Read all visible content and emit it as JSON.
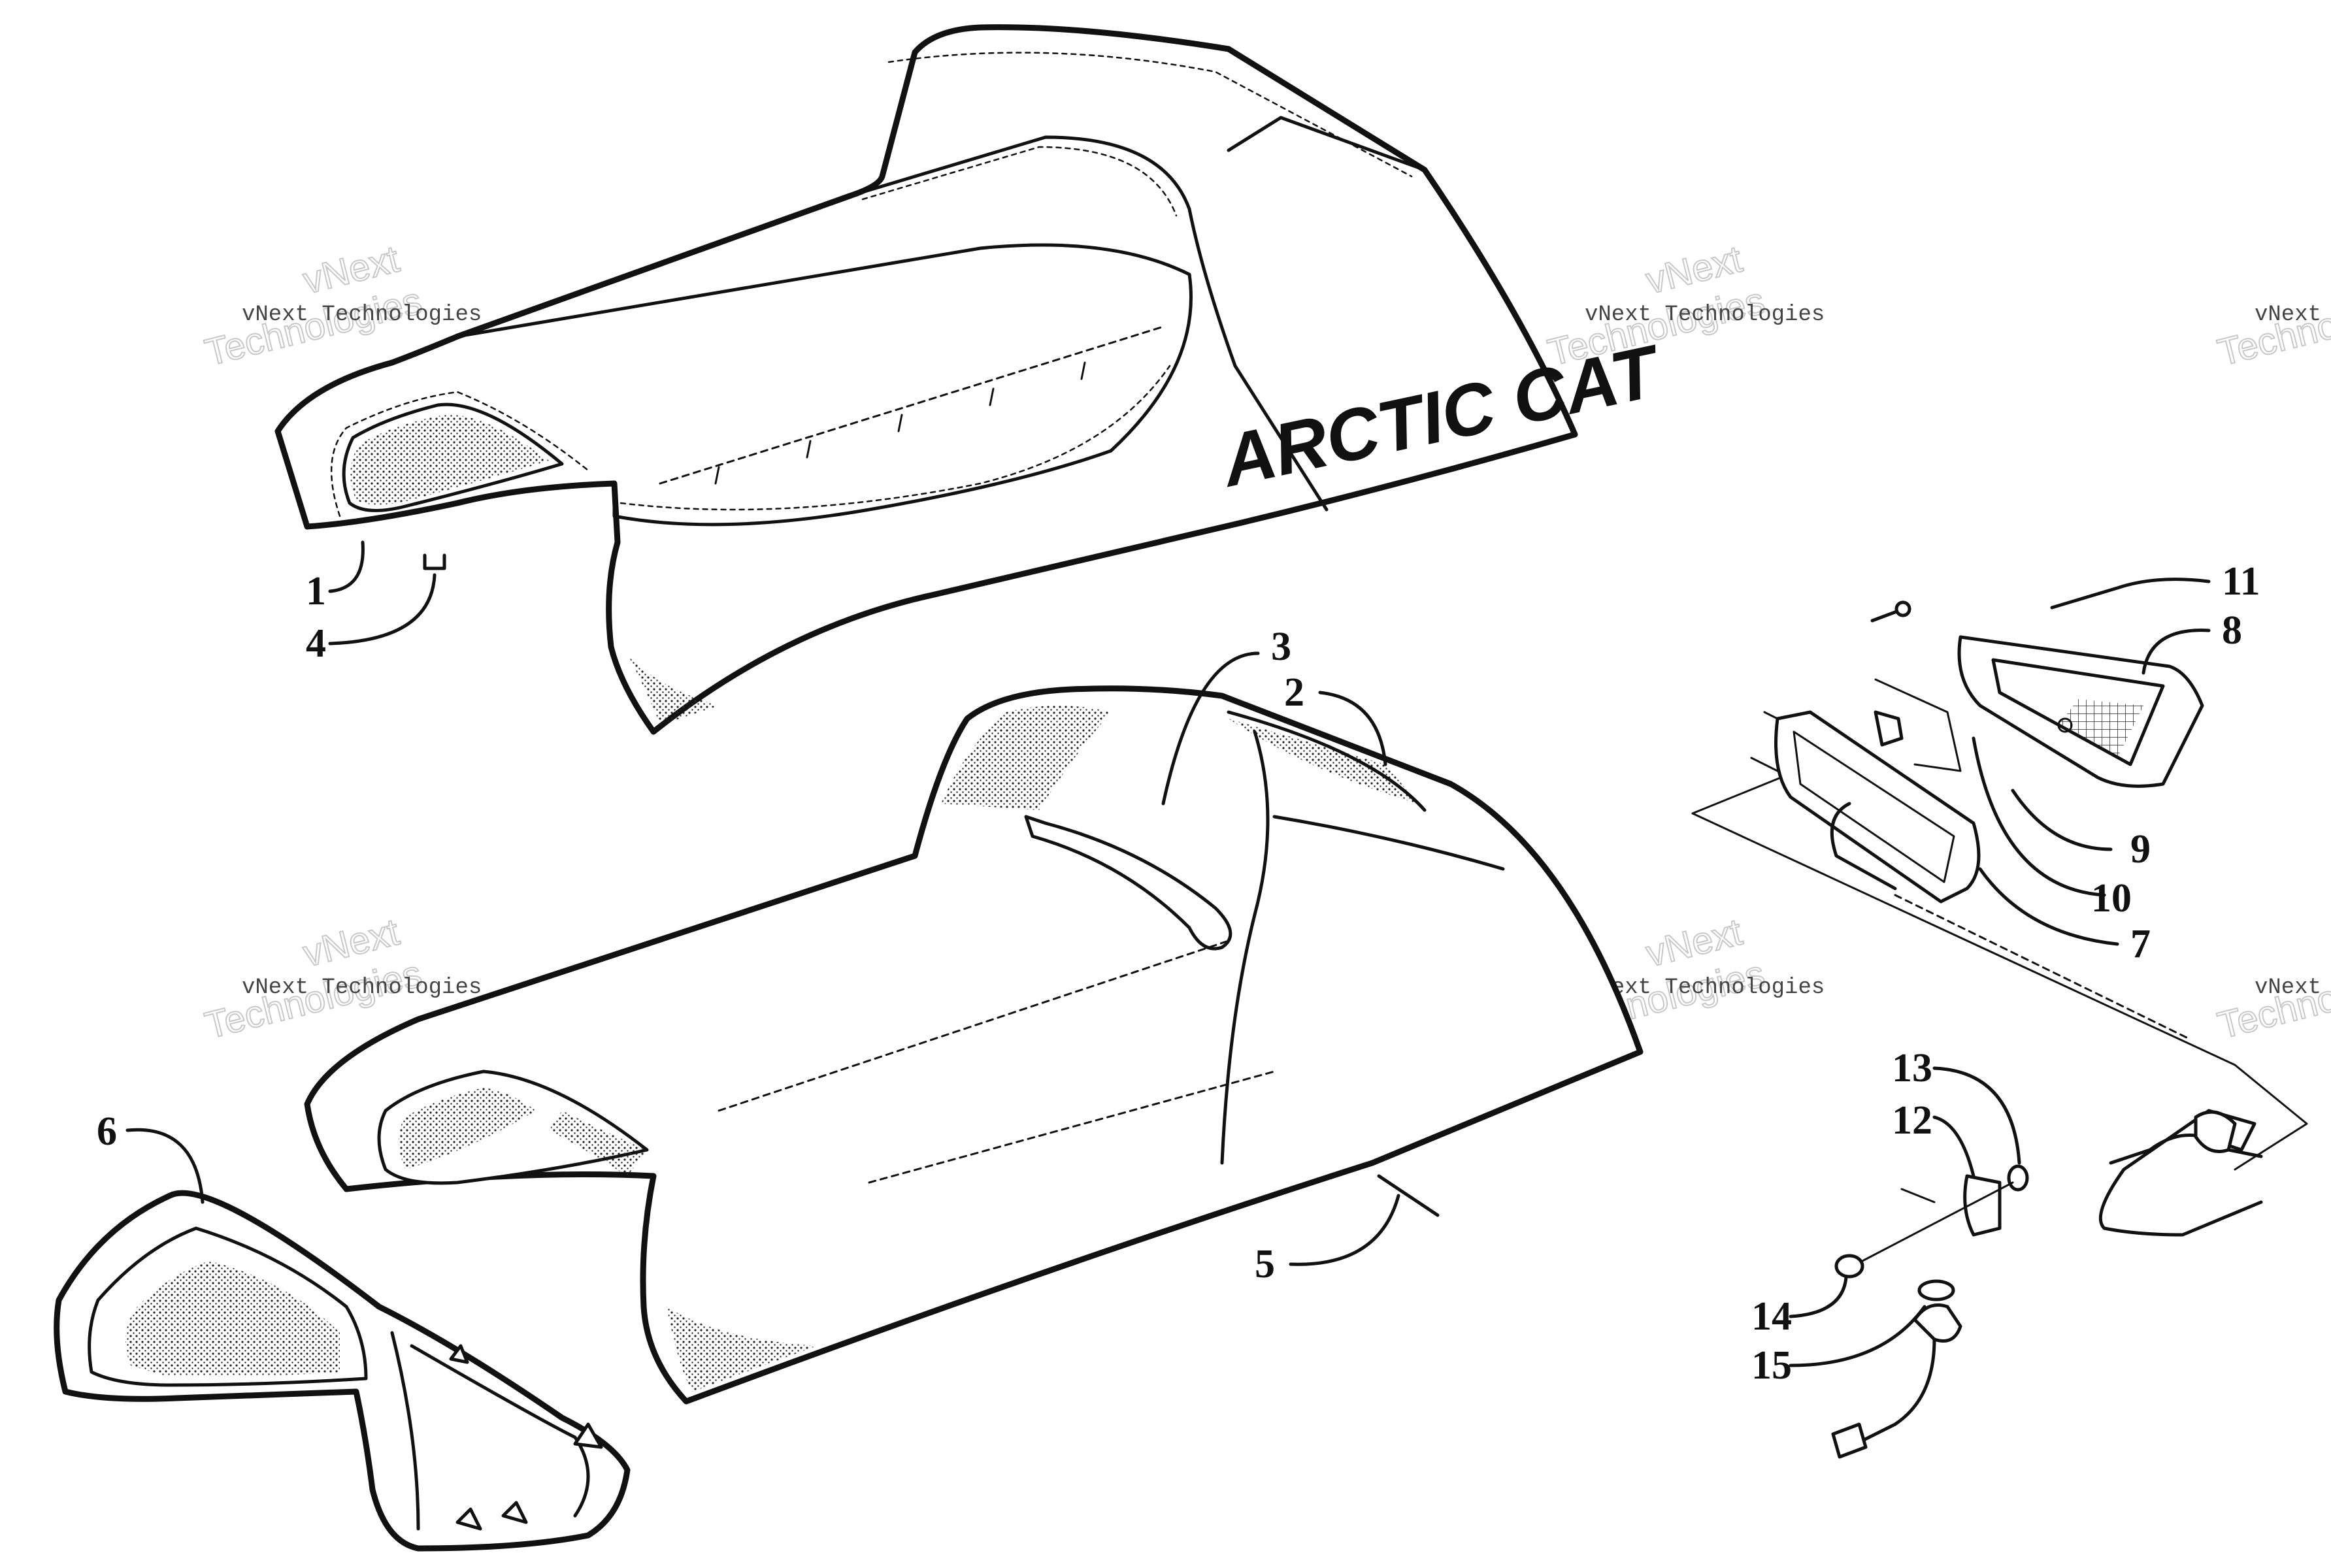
{
  "brand_text": "ARCTIC CAT",
  "watermark": {
    "line_small": "vNext Technologies",
    "line_large": "Technologies",
    "line_top": "vNext"
  },
  "callouts": {
    "c1": "1",
    "c2": "2",
    "c3": "3",
    "c4": "4",
    "c5": "5",
    "c6": "6",
    "c7": "7",
    "c8": "8",
    "c9": "9",
    "c10": "10",
    "c11": "11",
    "c12": "12",
    "c13": "13",
    "c14": "14",
    "c15": "15"
  }
}
